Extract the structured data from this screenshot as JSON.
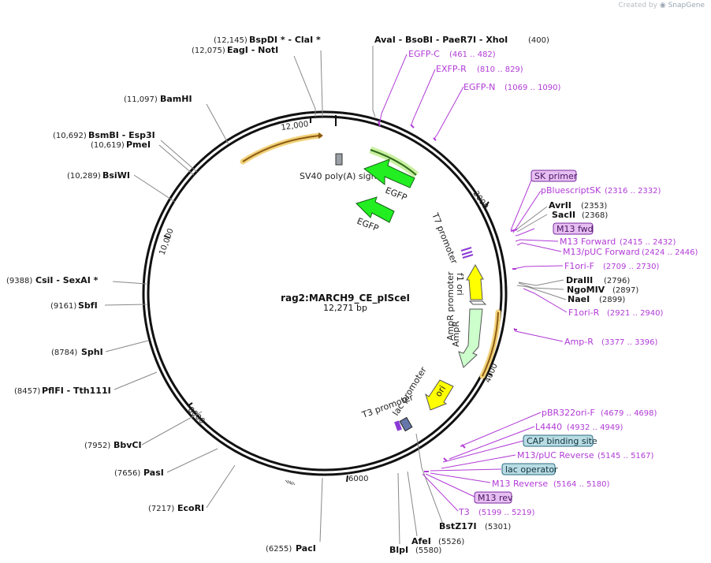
{
  "credit": {
    "prefix": "Created by",
    "brand": "SnapGene"
  },
  "map": {
    "name": "rag2:MARCH9_CE_pISceI",
    "length_label": "12,271 bp",
    "total_bp": 12271
  },
  "colors": {
    "enzyme": "#111111",
    "primer": "#b13bd6",
    "egfp": "#22ee22",
    "amp": "#ccffcc",
    "ori": "#ffff00",
    "orf": "#e8a33a",
    "backbone": "#111111"
  },
  "ticks": [
    {
      "label": "12,000",
      "pos": 12000
    },
    {
      "label": "2000",
      "pos": 2000
    },
    {
      "label": "4000",
      "pos": 4000
    },
    {
      "label": "6000",
      "pos": 6000
    },
    {
      "label": "8000",
      "pos": 8000
    },
    {
      "label": "10,000",
      "pos": 10000
    }
  ],
  "enzymes": [
    {
      "id": "bspdi",
      "pos_label": "(12,145)",
      "names": "BspDI *  - ClaI *"
    },
    {
      "id": "eagi",
      "pos_label": "(12,075)",
      "names": "EagI  - NotI"
    },
    {
      "id": "avai",
      "pos_label": "(400)",
      "names": "AvaI   - BsoBI   - PaeR7I   - XhoI"
    },
    {
      "id": "bamhi",
      "pos_label": "(11,097)",
      "names": "BamHI"
    },
    {
      "id": "bsmbi",
      "pos_label": "(10,692)",
      "names": "BsmBI   - Esp3I"
    },
    {
      "id": "pmei",
      "pos_label": "(10,619)",
      "names": "PmeI"
    },
    {
      "id": "bsiwi",
      "pos_label": "(10,289)",
      "names": "BsiWI"
    },
    {
      "id": "avrii",
      "pos_label": "(2353)",
      "names": "AvrII"
    },
    {
      "id": "sacii",
      "pos_label": "(2368)",
      "names": "SacII"
    },
    {
      "id": "csii",
      "pos_label": "(9388)",
      "names": "CsiI   - SexAI *"
    },
    {
      "id": "sbfi",
      "pos_label": "(9161)",
      "names": "SbfI"
    },
    {
      "id": "draiii",
      "pos_label": "(2796)",
      "names": "DraIII"
    },
    {
      "id": "ngomiv",
      "pos_label": "(2897)",
      "names": "NgoMIV"
    },
    {
      "id": "naei",
      "pos_label": "(2899)",
      "names": "NaeI"
    },
    {
      "id": "sphi",
      "pos_label": "(8784)",
      "names": "SphI"
    },
    {
      "id": "pflfi",
      "pos_label": "(8457)",
      "names": "PflFI   - Tth111I"
    },
    {
      "id": "bbvci",
      "pos_label": "(7952)",
      "names": "BbvCI"
    },
    {
      "id": "pasi",
      "pos_label": "(7656)",
      "names": "PasI"
    },
    {
      "id": "ecori",
      "pos_label": "(7217)",
      "names": "EcoRI"
    },
    {
      "id": "paci",
      "pos_label": "(6255)",
      "names": "PacI"
    },
    {
      "id": "afei",
      "pos_label": "(5526)",
      "names": "AfeI"
    },
    {
      "id": "blpi",
      "pos_label": "(5580)",
      "names": "BlpI"
    },
    {
      "id": "bstz17i",
      "pos_label": "(5301)",
      "names": "BstZ17I"
    }
  ],
  "primers": [
    {
      "id": "egfp-c",
      "name": "EGFP-C",
      "range": "(461 .. 482)"
    },
    {
      "id": "exfp-r",
      "name": "EXFP-R",
      "range": "(810 .. 829)"
    },
    {
      "id": "egfp-n",
      "name": "EGFP-N",
      "range": "(1069 .. 1090)"
    },
    {
      "id": "sk-primer",
      "name": "SK primer",
      "range": ""
    },
    {
      "id": "pbluescriptsk",
      "name": "pBluescriptSK",
      "range": "(2316 .. 2332)"
    },
    {
      "id": "m13-fwd",
      "name": "M13 fwd",
      "range": ""
    },
    {
      "id": "m13-forward",
      "name": "M13 Forward",
      "range": "(2415 .. 2432)"
    },
    {
      "id": "m13-puc-forward",
      "name": "M13/pUC Forward",
      "range": "(2424 .. 2446)"
    },
    {
      "id": "f1ori-f",
      "name": "F1ori-F",
      "range": "(2709 .. 2730)"
    },
    {
      "id": "f1ori-r",
      "name": "F1ori-R",
      "range": "(2921 .. 2940)"
    },
    {
      "id": "amp-r",
      "name": "Amp-R",
      "range": "(3377 .. 3396)"
    },
    {
      "id": "pbr322ori-f",
      "name": "pBR322ori-F",
      "range": "(4679 .. 4698)"
    },
    {
      "id": "l4440",
      "name": "L4440",
      "range": "(4932 .. 4949)"
    },
    {
      "id": "cap-binding-site",
      "name": "CAP binding site",
      "range": ""
    },
    {
      "id": "m13-puc-reverse",
      "name": "M13/pUC Reverse",
      "range": "(5145 .. 5167)"
    },
    {
      "id": "lac-operator",
      "name": "lac operator",
      "range": ""
    },
    {
      "id": "m13-reverse",
      "name": "M13 Reverse",
      "range": "(5164 .. 5180)"
    },
    {
      "id": "m13-rev",
      "name": "M13 rev",
      "range": ""
    },
    {
      "id": "t3",
      "name": "T3",
      "range": "(5199 .. 5219)"
    }
  ],
  "features": [
    {
      "id": "sv40",
      "label": "SV40 poly(A) signal"
    },
    {
      "id": "egfp1",
      "label": "EGFP"
    },
    {
      "id": "egfp2",
      "label": "EGFP"
    },
    {
      "id": "t7",
      "label": "T7 promoter"
    },
    {
      "id": "f1ori",
      "label": "f1 ori"
    },
    {
      "id": "amppromoter",
      "label": "AmpR promoter"
    },
    {
      "id": "ampr",
      "label": "AmpR"
    },
    {
      "id": "ori",
      "label": "ori"
    },
    {
      "id": "t3promoter",
      "label": "T3 promoter"
    },
    {
      "id": "lacpromoter",
      "label": "lac promoter"
    }
  ]
}
